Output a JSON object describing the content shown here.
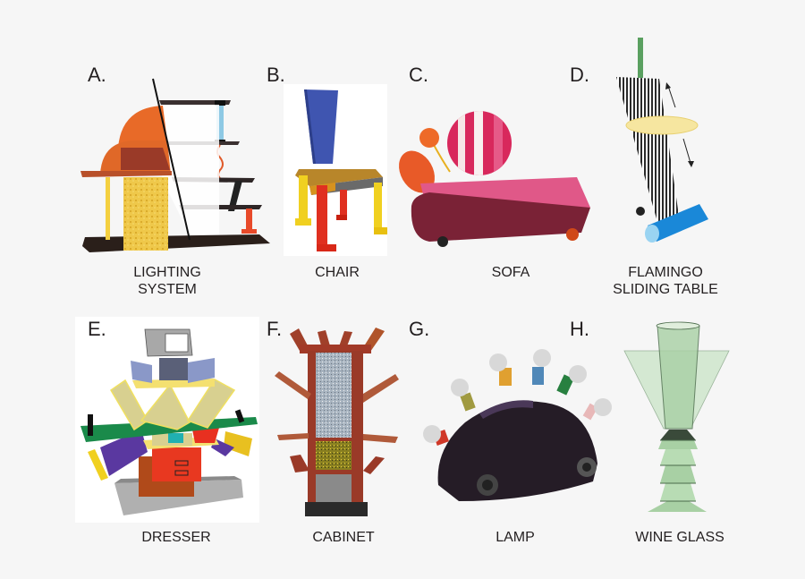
{
  "figure": {
    "background_color": "#f6f6f6",
    "panels": [
      {
        "letter": "A.",
        "caption_lines": [
          "LIGHTING",
          "SYSTEM"
        ],
        "icon": "lighting-system-illustration"
      },
      {
        "letter": "B.",
        "caption_lines": [
          "CHAIR"
        ],
        "icon": "chair-illustration"
      },
      {
        "letter": "C.",
        "caption_lines": [
          "SOFA"
        ],
        "icon": "sofa-illustration"
      },
      {
        "letter": "D.",
        "caption_lines": [
          "FLAMINGO",
          "SLIDING TABLE"
        ],
        "icon": "flamingo-sliding-table-illustration"
      },
      {
        "letter": "E.",
        "caption_lines": [
          "DRESSER"
        ],
        "icon": "dresser-illustration"
      },
      {
        "letter": "F.",
        "caption_lines": [
          "CABINET"
        ],
        "icon": "cabinet-illustration"
      },
      {
        "letter": "G.",
        "caption_lines": [
          "LAMP"
        ],
        "icon": "lamp-illustration"
      },
      {
        "letter": "H.",
        "caption_lines": [
          "WINE GLASS"
        ],
        "icon": "wine-glass-illustration"
      }
    ]
  }
}
